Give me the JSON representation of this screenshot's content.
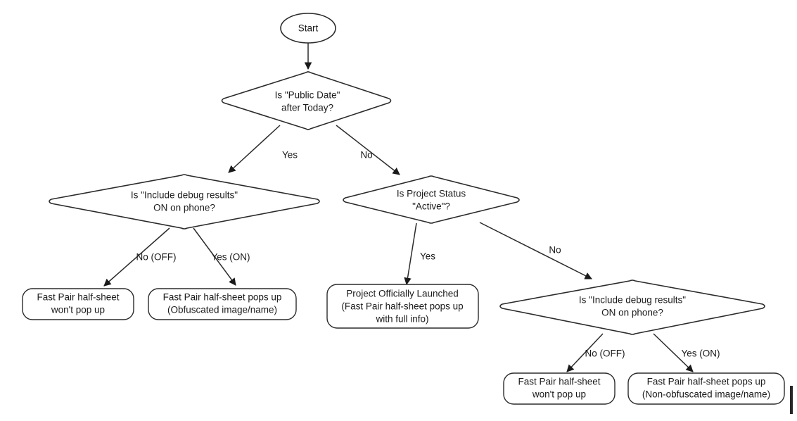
{
  "diagram": {
    "title": "Fast Pair half-sheet visibility decision flow",
    "type": "flowchart",
    "background_color": "#ffffff",
    "stroke_color": "#2b2b2b",
    "text_color": "#1a1a1a"
  },
  "nodes": {
    "start": {
      "id": "start",
      "shape": "ellipse",
      "lines": [
        "Start"
      ]
    },
    "public_date": {
      "id": "public-date-decision",
      "shape": "diamond",
      "lines": [
        "Is \"Public Date\"",
        "after Today?"
      ]
    },
    "debug_left": {
      "id": "include-debug-left-decision",
      "shape": "diamond",
      "lines": [
        "Is \"Include debug results\"",
        "ON on phone?"
      ]
    },
    "project_status": {
      "id": "project-status-decision",
      "shape": "diamond",
      "lines": [
        "Is Project Status",
        "\"Active\"?"
      ]
    },
    "debug_right": {
      "id": "include-debug-right-decision",
      "shape": "diamond",
      "lines": [
        "Is \"Include debug results\"",
        "ON on phone?"
      ]
    },
    "outcome_left_off": {
      "id": "outcome-left-no-popup",
      "shape": "rounded-rect",
      "lines": [
        "Fast Pair half-sheet",
        "won't pop up"
      ]
    },
    "outcome_left_on": {
      "id": "outcome-left-obfuscated",
      "shape": "rounded-rect",
      "lines": [
        "Fast Pair half-sheet pops up",
        "(Obfuscated image/name)"
      ]
    },
    "outcome_launched": {
      "id": "outcome-project-launched",
      "shape": "rounded-rect",
      "lines": [
        "Project Officially Launched",
        "(Fast Pair half-sheet pops up",
        "with full info)"
      ]
    },
    "outcome_right_off": {
      "id": "outcome-right-no-popup",
      "shape": "rounded-rect",
      "lines": [
        "Fast Pair half-sheet",
        "won't pop up"
      ]
    },
    "outcome_right_on": {
      "id": "outcome-right-non-obfuscated",
      "shape": "rounded-rect",
      "lines": [
        "Fast Pair half-sheet pops up",
        "(Non-obfuscated image/name)"
      ]
    }
  },
  "edges": [
    {
      "id": "start-to-public-date",
      "from": "start",
      "to": "public_date",
      "label": ""
    },
    {
      "id": "public-date-yes",
      "from": "public_date",
      "to": "debug_left",
      "label": "Yes"
    },
    {
      "id": "public-date-no",
      "from": "public_date",
      "to": "project_status",
      "label": "No"
    },
    {
      "id": "debug-left-off",
      "from": "debug_left",
      "to": "outcome_left_off",
      "label": "No (OFF)"
    },
    {
      "id": "debug-left-on",
      "from": "debug_left",
      "to": "outcome_left_on",
      "label": "Yes (ON)"
    },
    {
      "id": "project-status-yes",
      "from": "project_status",
      "to": "outcome_launched",
      "label": "Yes"
    },
    {
      "id": "project-status-no",
      "from": "project_status",
      "to": "debug_right",
      "label": "No"
    },
    {
      "id": "debug-right-off",
      "from": "debug_right",
      "to": "outcome_right_off",
      "label": "No (OFF)"
    },
    {
      "id": "debug-right-on",
      "from": "debug_right",
      "to": "outcome_right_on",
      "label": "Yes (ON)"
    }
  ],
  "edge_labels": {
    "public_date_yes": "Yes",
    "public_date_no": "No",
    "debug_left_off": "No (OFF)",
    "debug_left_on": "Yes (ON)",
    "project_status_yes": "Yes",
    "project_status_no": "No",
    "debug_right_off": "No (OFF)",
    "debug_right_on": "Yes (ON)"
  }
}
